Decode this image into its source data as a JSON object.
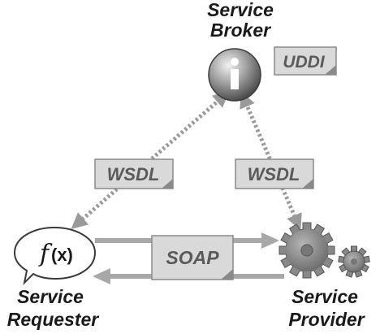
{
  "diagram": {
    "broker": {
      "title_line1": "Service",
      "title_line2": "Broker",
      "icon": "info-icon",
      "registry_label": "UDDI"
    },
    "requester": {
      "title_line1": "Service",
      "title_line2": "Requester",
      "icon": "function-speech-bubble-icon",
      "func_f": "f",
      "func_x": "(x)"
    },
    "provider": {
      "title_line1": "Service",
      "title_line2": "Provider",
      "icon": "gears-icon"
    },
    "edges": {
      "requester_broker_label": "WSDL",
      "provider_broker_label": "WSDL",
      "requester_provider_label": "SOAP"
    },
    "colors": {
      "arrow_gray": "#9a9a9a",
      "doc_fill": "#d9d9d9",
      "doc_border": "#8a8a8a",
      "text_dark": "#1a1a1a"
    }
  }
}
